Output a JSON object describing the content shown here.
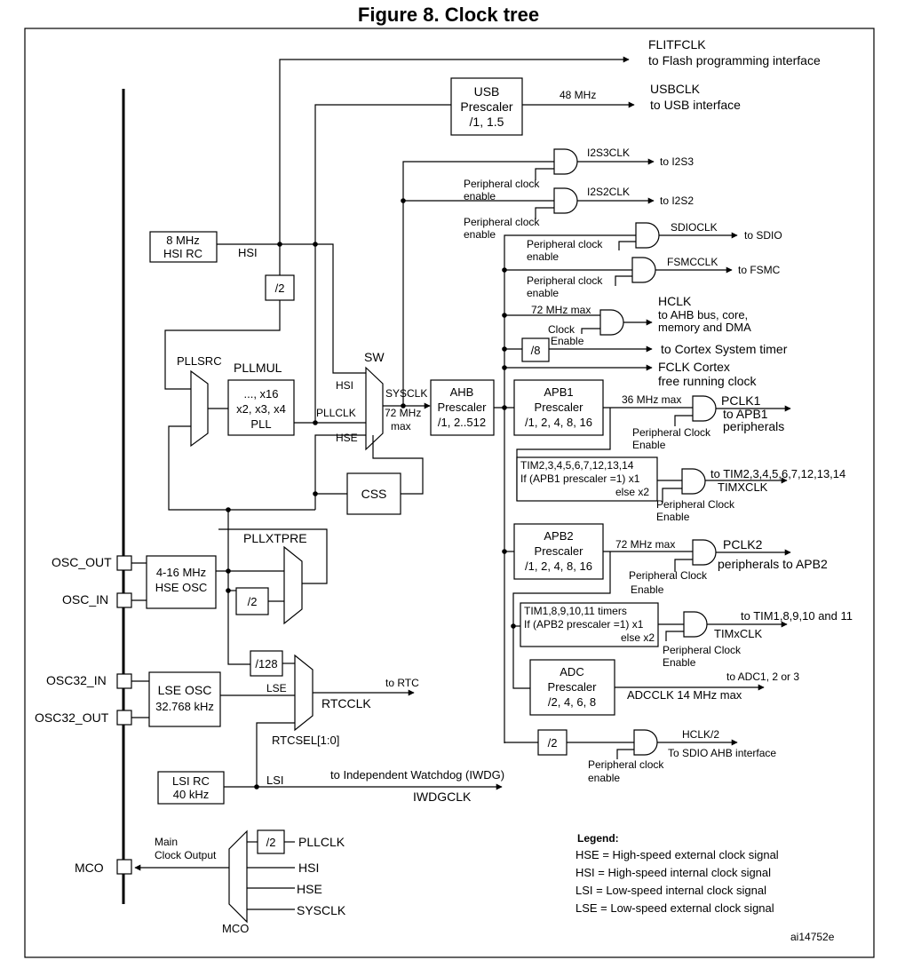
{
  "title": "Figure 8. Clock tree",
  "figure_id": "ai14752e",
  "flitf": {
    "signal": "FLITFCLK",
    "dest": "to Flash programming interface"
  },
  "usb": {
    "box": [
      "USB",
      "Prescaler",
      "/1, 1.5"
    ],
    "freq": "48 MHz",
    "signal": "USBCLK",
    "dest": "to USB interface"
  },
  "i2s3": {
    "signal": "I2S3CLK",
    "dest": "to I2S3",
    "enable": [
      "Peripheral clock",
      "enable"
    ]
  },
  "i2s2": {
    "signal": "I2S2CLK",
    "dest": "to I2S2",
    "enable": [
      "Peripheral clock",
      "enable"
    ]
  },
  "sdio": {
    "signal": "SDIOCLK",
    "dest": "to SDIO",
    "enable": [
      "Peripheral clock",
      "enable"
    ]
  },
  "fsmc": {
    "signal": "FSMCCLK",
    "dest": "to FSMC",
    "enable": [
      "Peripheral clock",
      "enable"
    ]
  },
  "hclk": {
    "max": "72 MHz max",
    "signal": "HCLK",
    "dest": [
      "to AHB bus, core,",
      "memory and DMA"
    ],
    "enable": [
      "Clock",
      "Enable"
    ]
  },
  "cortex": {
    "div": "/8",
    "dest": "to Cortex System timer"
  },
  "fclk": {
    "lines": [
      "FCLK Cortex",
      "free running clock"
    ]
  },
  "hsi_rc": {
    "box": [
      "8 MHz",
      "HSI RC"
    ],
    "label": "HSI"
  },
  "div2_hsi": "/2",
  "pllsrc": "PLLSRC",
  "pll": {
    "title": "PLLMUL",
    "box": [
      "..., x16",
      "x2, x3, x4",
      "PLL"
    ]
  },
  "sw": {
    "title": "SW",
    "in_hsi": "HSI",
    "in_pll": "PLLCLK",
    "in_hse": "HSE"
  },
  "sysclk": {
    "label": "SYSCLK",
    "max": [
      "72 MHz",
      "max"
    ]
  },
  "ahb": {
    "box": [
      "AHB",
      "Prescaler",
      "/1, 2..512"
    ]
  },
  "apb1": {
    "box": [
      "APB1",
      "Prescaler",
      "/1, 2, 4, 8, 16"
    ],
    "max": "36 MHz max",
    "signal": "PCLK1",
    "dest": [
      "to APB1",
      "peripherals"
    ],
    "enable": [
      "Peripheral Clock",
      "Enable"
    ]
  },
  "tim_apb1": {
    "box": [
      "TIM2,3,4,5,6,7,12,13,14",
      "If (APB1 prescaler =1) x1",
      "else  x2"
    ],
    "dest": "to TIM2,3,4,5,6,7,12,13,14",
    "signal": "TIMXCLK",
    "enable": [
      "Peripheral Clock",
      "Enable"
    ]
  },
  "css": "CSS",
  "apb2": {
    "box": [
      "APB2",
      "Prescaler",
      "/1, 2, 4, 8, 16"
    ],
    "max": "72 MHz max",
    "signal": "PCLK2",
    "dest": "peripherals to APB2",
    "enable": [
      "Peripheral Clock",
      "Enable"
    ]
  },
  "tim_apb2": {
    "box": [
      "TIM1,8,9,10,11 timers",
      "If (APB2 prescaler =1) x1",
      "else x2"
    ],
    "dest": "to TIM1,8,9,10 and 11",
    "signal": "TIMxCLK",
    "enable": [
      "Peripheral Clock",
      "Enable"
    ]
  },
  "adc": {
    "box": [
      "ADC",
      "Prescaler",
      "/2, 4, 6, 8"
    ],
    "dest": "to ADC1, 2 or 3",
    "signal": "ADCCLK 14 MHz max"
  },
  "sdio_ahb": {
    "div": "/2",
    "signal": "HCLK/2",
    "dest": "To SDIO AHB interface",
    "enable": [
      "Peripheral clock",
      "enable"
    ]
  },
  "hse_osc": {
    "box": [
      "4-16 MHz",
      "HSE OSC"
    ],
    "osc_out": "OSC_OUT",
    "osc_in": "OSC_IN"
  },
  "pllxtpre": {
    "title": "PLLXTPRE",
    "div": "/2"
  },
  "rtc": {
    "div128": "/128",
    "lse_label": "LSE",
    "dest": "to RTC",
    "signal": "RTCCLK",
    "sel": "RTCSEL[1:0]"
  },
  "lse_osc": {
    "box": [
      "LSE OSC",
      "32.768 kHz"
    ],
    "in": "OSC32_IN",
    "out": "OSC32_OUT"
  },
  "lsi": {
    "box": [
      "LSI RC",
      "40 kHz"
    ],
    "label": "LSI",
    "dest": "to Independent Watchdog (IWDG)",
    "signal": "IWDGCLK"
  },
  "mco": {
    "label": "MCO",
    "main": [
      "Main",
      "Clock Output"
    ],
    "div": "/2",
    "inputs": [
      "PLLCLK",
      "HSI",
      "HSE",
      "SYSCLK"
    ],
    "mux": "MCO"
  },
  "legend": {
    "title": "Legend:",
    "items": [
      "HSE = High-speed external clock signal",
      "HSI = High-speed internal clock signal",
      "LSI = Low-speed internal clock signal",
      "LSE = Low-speed external clock signal"
    ]
  }
}
